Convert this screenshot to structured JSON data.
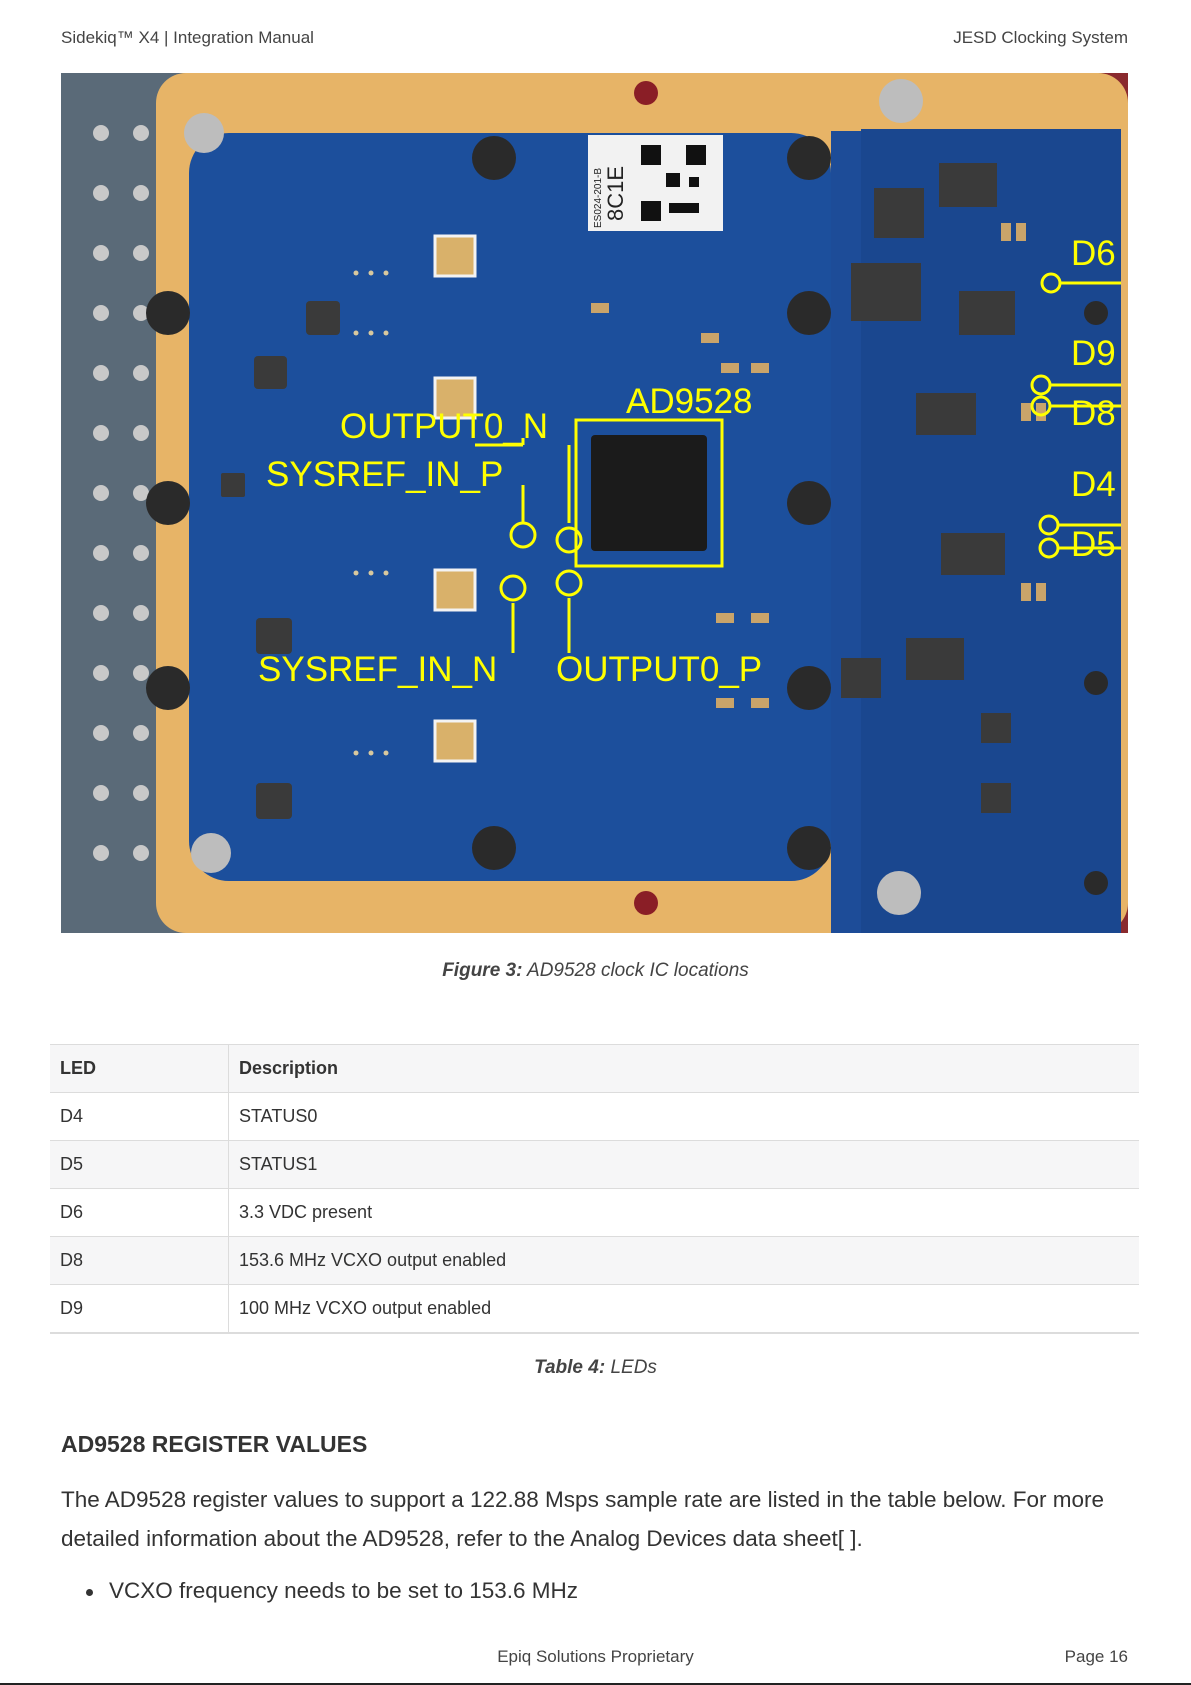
{
  "header": {
    "left": "Sidekiq™ X4 | Integration Manual",
    "right": "JESD Clocking System"
  },
  "figure": {
    "caption_label": "Figure 3:",
    "caption_text": "AD9528 clock IC locations",
    "annotations": {
      "ad9528": "AD9528",
      "output0_n": "OUTPUT0_N",
      "sysref_in_p": "SYSREF_IN_P",
      "sysref_in_n": "SYSREF_IN_N",
      "output0_p": "OUTPUT0_P",
      "d6": "D6",
      "d9": "D9",
      "d8": "D8",
      "d4": "D4",
      "d5": "D5"
    },
    "label_sticker": {
      "line1": "8C1E",
      "line2": "ES024-201-B"
    },
    "colors": {
      "board": "#1c4f9c",
      "frame": "#e7b467",
      "annotation": "#ffff00"
    }
  },
  "table": {
    "columns": [
      "LED",
      "Description"
    ],
    "rows": [
      [
        "D4",
        "STATUS0"
      ],
      [
        "D5",
        "STATUS1"
      ],
      [
        "D6",
        "3.3 VDC present"
      ],
      [
        "D8",
        "153.6 MHz VCXO output enabled"
      ],
      [
        "D9",
        "100 MHz VCXO output enabled"
      ]
    ],
    "caption_label": "Table 4:",
    "caption_text": "LEDs"
  },
  "section": {
    "title": "AD9528 REGISTER VALUES",
    "paragraph": "The AD9528 register values to support a 122.88 Msps sample rate are listed in the table below. For more detailed information about the AD9528, refer to the Analog Devices data sheet[  ].",
    "bullets": [
      "VCXO frequency needs to be set to 153.6 MHz"
    ]
  },
  "footer": {
    "center": "Epiq Solutions Proprietary",
    "right": "Page 16"
  }
}
